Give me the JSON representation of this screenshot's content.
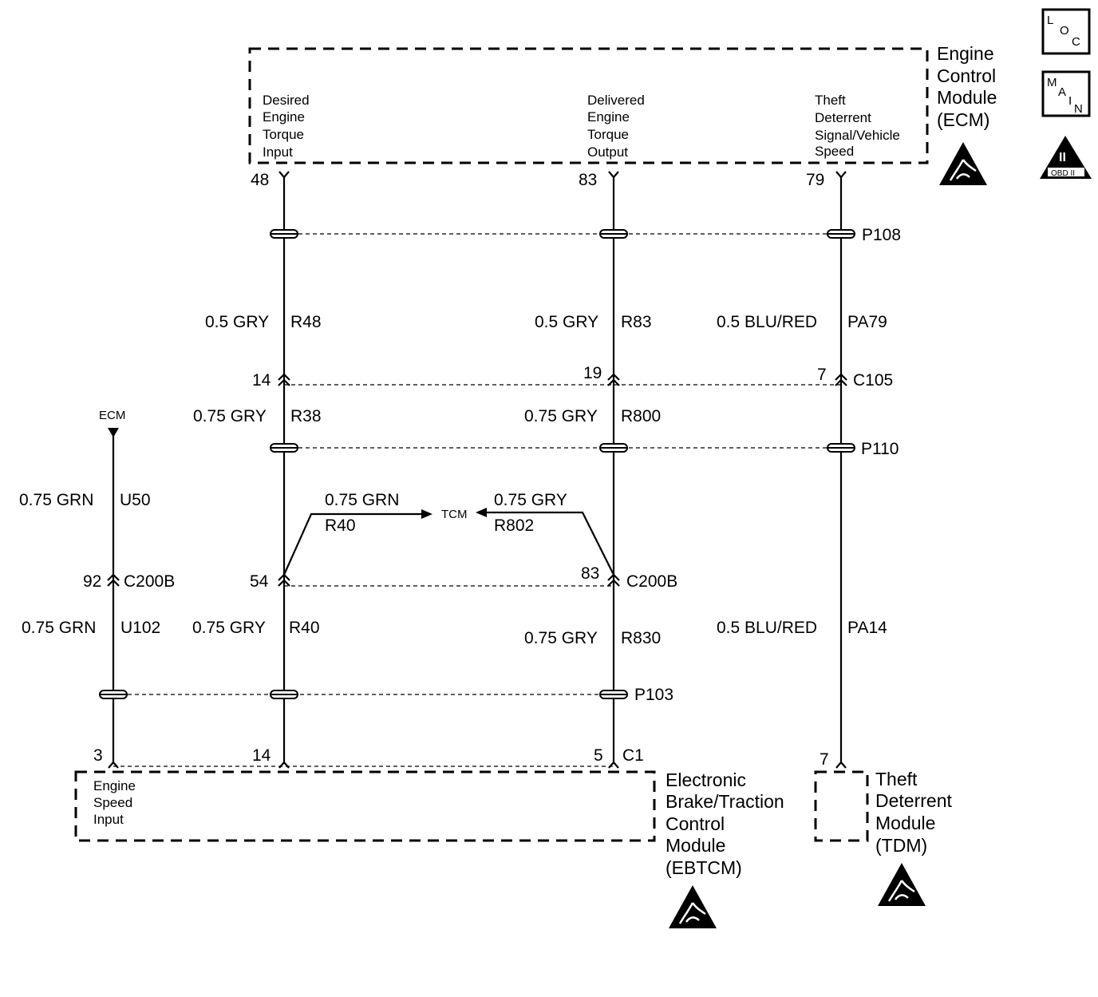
{
  "modules": {
    "ecm": {
      "title": [
        "Engine",
        "Control",
        "Module",
        "(ECM)"
      ],
      "inputs": {
        "desired": [
          "Desired",
          "Engine",
          "Torque",
          "Input"
        ],
        "delivered": [
          "Delivered",
          "Engine",
          "Torque",
          "Output"
        ],
        "theft": [
          "Theft",
          "Deterrent",
          "Signal/Vehicle",
          "Speed"
        ]
      },
      "pins": {
        "desired": "48",
        "delivered": "83",
        "theft": "79"
      }
    },
    "ebtcm": {
      "title": [
        "Electronic",
        "Brake/Traction",
        "Control",
        "Module",
        "(EBTCM)"
      ],
      "input": [
        "Engine",
        "Speed",
        "Input"
      ],
      "pins": {
        "a": "3",
        "b": "14",
        "c": "5"
      },
      "connector": "C1"
    },
    "tdm": {
      "title": [
        "Theft",
        "Deterrent",
        "Module",
        "(TDM)"
      ],
      "pin": "7"
    }
  },
  "badges": {
    "loc": [
      "L",
      "O",
      "C"
    ],
    "main": [
      "M",
      "A",
      "I",
      "N"
    ],
    "obd": {
      "numeral": "II",
      "label": "OBD II"
    }
  },
  "wires": {
    "w1": {
      "gauge": "0.5 GRY",
      "circuit": "R48"
    },
    "w2": {
      "gauge": "0.5 GRY",
      "circuit": "R83"
    },
    "w3": {
      "gauge": "0.5 BLU/RED",
      "circuit": "PA79"
    },
    "w4": {
      "gauge": "0.75 GRY",
      "circuit": "R38"
    },
    "w5": {
      "gauge": "0.75 GRY",
      "circuit": "R800"
    },
    "w6": {
      "gauge": "0.75 GRN",
      "circuit": "U50"
    },
    "w7": {
      "gauge": "0.75 GRN",
      "circuit": "R40"
    },
    "w8": {
      "gauge": "0.75 GRY",
      "circuit": "R802"
    },
    "w9": {
      "gauge": "0.75 GRN",
      "circuit": "U102"
    },
    "w10": {
      "gauge": "0.75 GRY",
      "circuit": "R40"
    },
    "w11": {
      "gauge": "0.75 GRY",
      "circuit": "R830"
    },
    "w12": {
      "gauge": "0.5 BLU/RED",
      "circuit": "PA14"
    }
  },
  "connectors": {
    "p108": "P108",
    "c105": {
      "name": "C105",
      "pins": [
        "14",
        "19",
        "7"
      ]
    },
    "p110": "P110",
    "c200b": {
      "name": "C200B",
      "pins": [
        "92",
        "54",
        "83"
      ]
    },
    "p103": "P103"
  },
  "destinations": {
    "ecm": "ECM",
    "tcm": "TCM"
  }
}
